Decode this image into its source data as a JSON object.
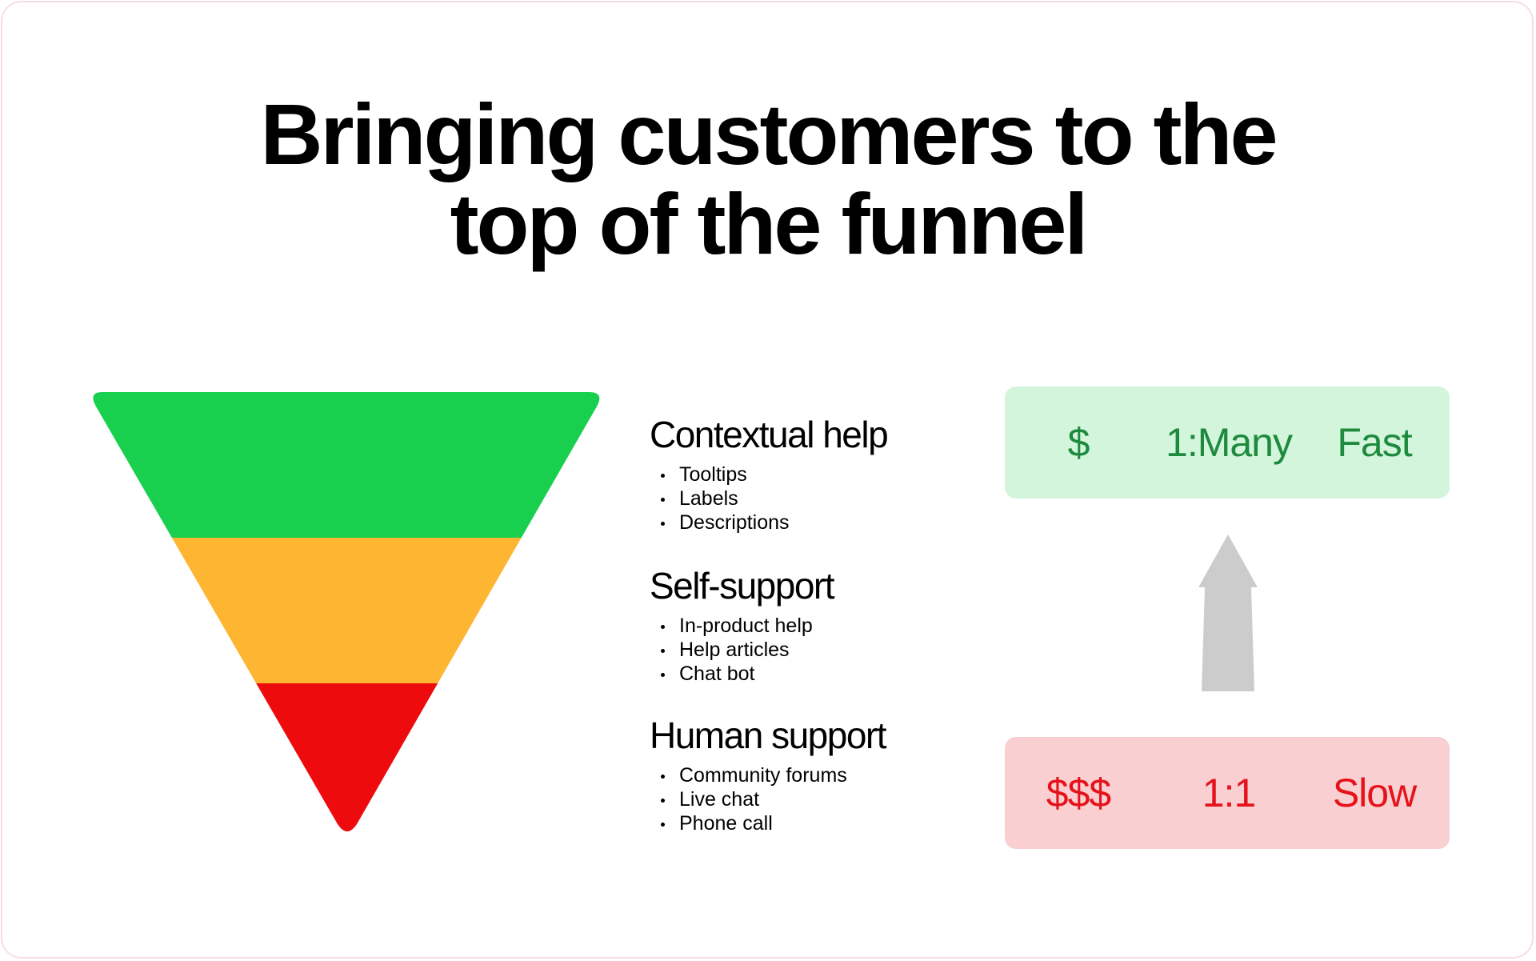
{
  "title": {
    "line1": "Bringing customers to the",
    "line2": "top of the funnel"
  },
  "funnel": {
    "tiers": [
      {
        "color": "#19d04e"
      },
      {
        "color": "#feb531"
      },
      {
        "color": "#ed0b0e"
      }
    ]
  },
  "sections": [
    {
      "heading": "Contextual help",
      "items": [
        "Tooltips",
        "Labels",
        "Descriptions"
      ]
    },
    {
      "heading": "Self-support",
      "items": [
        "In-product help",
        "Help articles",
        "Chat bot"
      ]
    },
    {
      "heading": "Human support",
      "items": [
        "Community forums",
        "Live chat",
        "Phone call"
      ]
    }
  ],
  "top_badge": {
    "cost": "$",
    "ratio": "1:Many",
    "speed": "Fast",
    "background": "#d2f5dc",
    "text_color": "#1e8a3e"
  },
  "bottom_badge": {
    "cost": "$$$",
    "ratio": "1:1",
    "speed": "Slow",
    "background": "#f9cfd1",
    "text_color": "#e5121a"
  },
  "arrow": {
    "icon": "arrow-up-icon",
    "color": "#cccccc"
  },
  "frame_border_color": "#f6dde3"
}
